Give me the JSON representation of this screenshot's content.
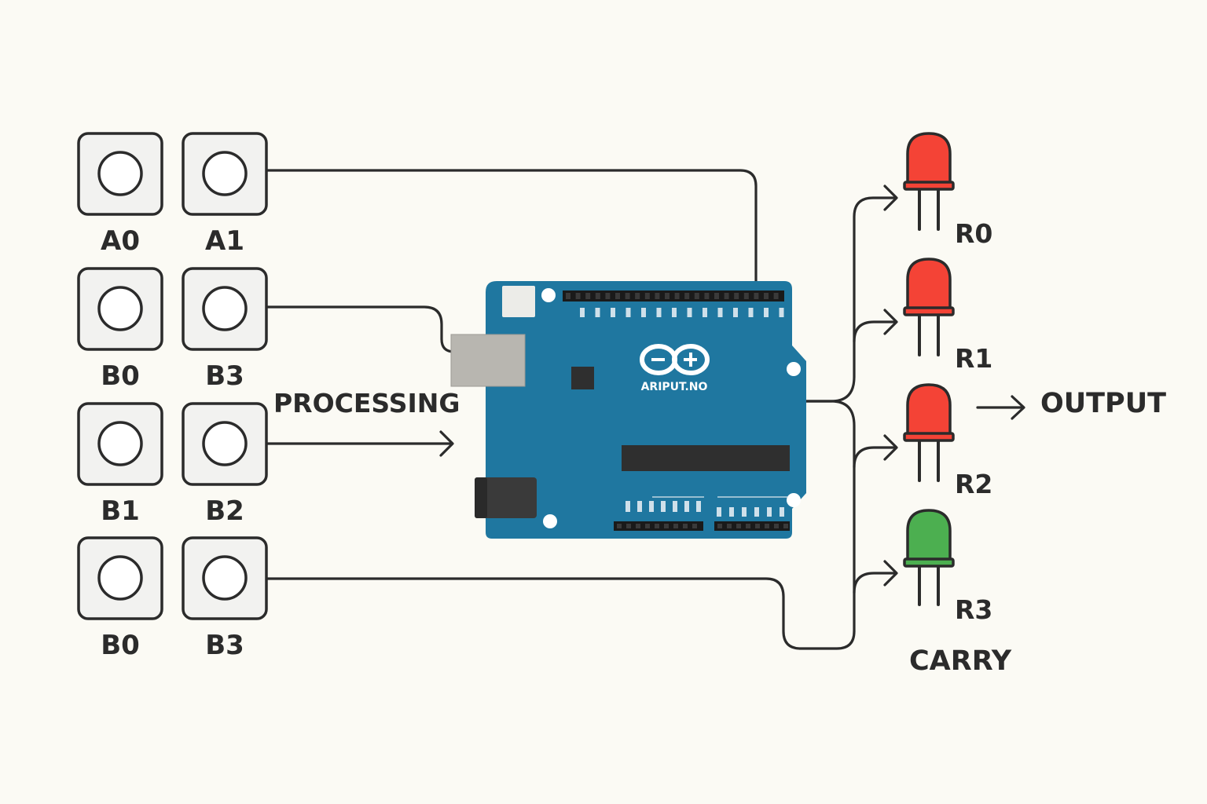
{
  "inputs": {
    "buttons": [
      {
        "label": "A0"
      },
      {
        "label": "A1"
      },
      {
        "label": "B0"
      },
      {
        "label": "B3"
      },
      {
        "label": "B1"
      },
      {
        "label": "B2"
      },
      {
        "label": "B0"
      },
      {
        "label": "B3"
      }
    ]
  },
  "processing_label": "PROCESSING",
  "board": {
    "brand": "ARIPUT.NO",
    "color": "#1f77a0"
  },
  "outputs": {
    "leds": [
      {
        "label": "R0",
        "color": "#f44336"
      },
      {
        "label": "R1",
        "color": "#f44336"
      },
      {
        "label": "R2",
        "color": "#f44336"
      },
      {
        "label": "R3",
        "color": "#4caf50"
      }
    ],
    "output_label": "OUTPUT",
    "carry_label": "CARRY"
  }
}
